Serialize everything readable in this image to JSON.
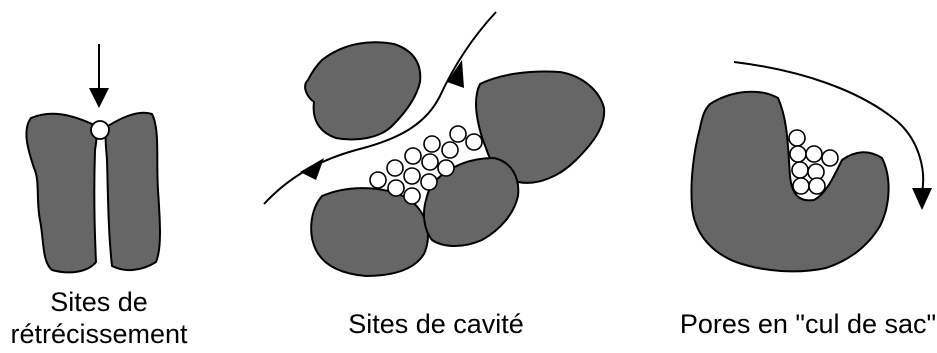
{
  "colors": {
    "particle_fill": "#666666",
    "outline": "#000000",
    "ball_fill": "#ffffff",
    "background": "#ffffff"
  },
  "panels": [
    {
      "label_lines": [
        "Sites de",
        "rétrécissement"
      ]
    },
    {
      "label_lines": [
        "Sites de cavité"
      ]
    },
    {
      "label_lines": [
        "Pores en \"cul de sac\""
      ]
    }
  ]
}
